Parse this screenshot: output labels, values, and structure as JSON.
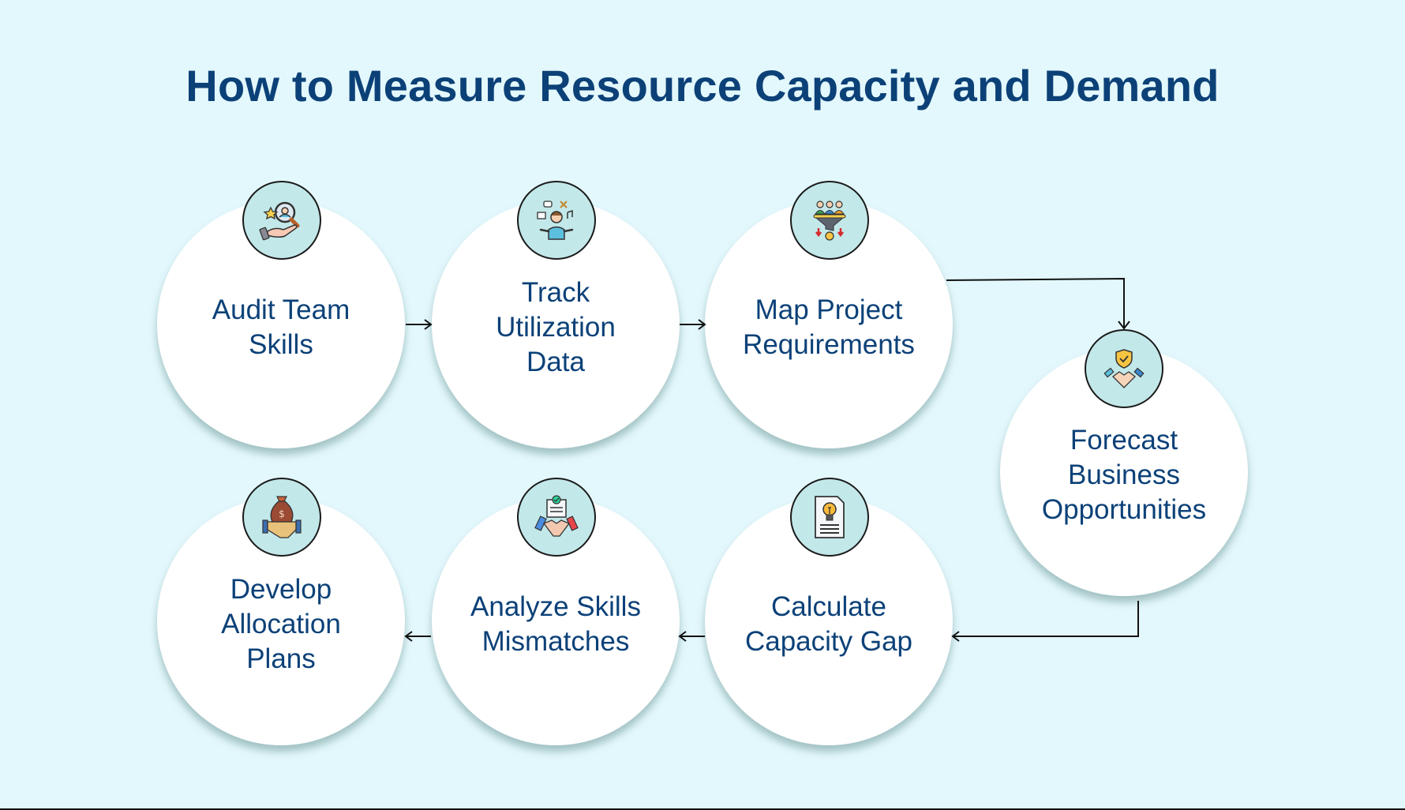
{
  "title": "How to Measure Resource Capacity and Demand",
  "colors": {
    "background": "#e3f8fc",
    "title": "#0c4178",
    "step_text": "#0c4178",
    "step_circle": "#ffffff",
    "icon_badge": "#c3e8ea",
    "connector": "#111111"
  },
  "steps": [
    {
      "order": 1,
      "label": "Audit Team\nSkills",
      "icon": "hand-magnifier-person-star-icon"
    },
    {
      "order": 2,
      "label": "Track\nUtilization\nData",
      "icon": "person-activities-icon"
    },
    {
      "order": 3,
      "label": "Map Project\nRequirements",
      "icon": "people-funnel-dollar-icon"
    },
    {
      "order": 4,
      "label": "Forecast\nBusiness\nOpportunities",
      "icon": "handshake-shield-icon"
    },
    {
      "order": 5,
      "label": "Calculate\nCapacity Gap",
      "icon": "document-lightbulb-icon"
    },
    {
      "order": 6,
      "label": "Analyze Skills\nMismatches",
      "icon": "handshake-contract-icon"
    },
    {
      "order": 7,
      "label": "Develop\nAllocation\nPlans",
      "icon": "money-bag-handshake-icon"
    }
  ],
  "flow": [
    {
      "from": 1,
      "to": 2,
      "direction": "right"
    },
    {
      "from": 2,
      "to": 3,
      "direction": "right"
    },
    {
      "from": 3,
      "to": 4,
      "direction": "right-then-down"
    },
    {
      "from": 4,
      "to": 5,
      "direction": "down-then-left"
    },
    {
      "from": 5,
      "to": 6,
      "direction": "left"
    },
    {
      "from": 6,
      "to": 7,
      "direction": "left"
    }
  ]
}
